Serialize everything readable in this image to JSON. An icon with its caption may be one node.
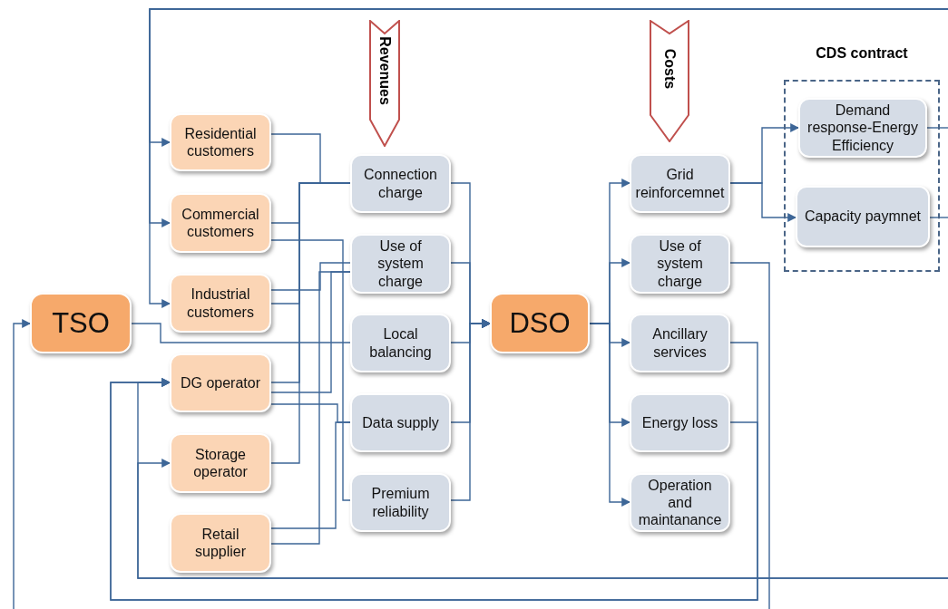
{
  "diagram": {
    "nodes": [
      {
        "text": [
          "TSO"
        ]
      },
      {
        "text": [
          "Residential customers"
        ]
      },
      {
        "text": [
          "Commercial customers"
        ]
      },
      {
        "text": [
          "Industrial customers"
        ]
      },
      {
        "text": [
          "DG operator"
        ]
      },
      {
        "text": [
          "Storage operator"
        ]
      },
      {
        "text": [
          "Retail supplier"
        ]
      },
      {
        "text": [
          "Connection charge"
        ]
      },
      {
        "text": [
          "Use of system charge"
        ]
      },
      {
        "text": [
          "Local balancing"
        ]
      },
      {
        "text": [
          "Data supply"
        ]
      },
      {
        "text": [
          "Premium reliability"
        ]
      },
      {
        "text": [
          "DSO"
        ]
      },
      {
        "text": [
          "Grid reinforcemnet"
        ]
      },
      {
        "text": [
          "Use of system charge"
        ]
      },
      {
        "text": [
          "Ancillary services"
        ]
      },
      {
        "text": [
          "Energy loss"
        ]
      },
      {
        "text": [
          "Operation and maintanance"
        ]
      },
      {
        "text": [
          "CDS contract"
        ]
      },
      {
        "text": [
          "Demand response-Energy Efficiency"
        ],
        "in": 18
      },
      {
        "text": [
          "Capacity paymnet"
        ],
        "in": 18
      },
      {
        "text": [
          "Revenues"
        ]
      },
      {
        "text": [
          "Costs"
        ]
      }
    ],
    "edges": [
      {
        "from": 1,
        "to": 7,
        "arrow": "none"
      },
      {
        "from": 2,
        "to": 7,
        "arrow": "none"
      },
      {
        "from": 2,
        "to": 11,
        "arrow": "none"
      },
      {
        "from": 3,
        "to": 8,
        "arrow": "none"
      },
      {
        "from": 3,
        "to": 7,
        "arrow": "none"
      },
      {
        "from": 0,
        "to": 9,
        "arrow": "none"
      },
      {
        "from": 4,
        "to": 7,
        "arrow": "none"
      },
      {
        "from": 4,
        "to": 8,
        "arrow": "none"
      },
      {
        "from": 4,
        "to": 10,
        "arrow": "none"
      },
      {
        "from": 5,
        "to": 7,
        "arrow": "none"
      },
      {
        "from": 6,
        "to": 10,
        "arrow": "none"
      },
      {
        "from": 6,
        "to": 8,
        "arrow": "none"
      },
      {
        "from": 7,
        "to": 12,
        "arrow": "to"
      },
      {
        "from": 8,
        "to": 12,
        "arrow": "to"
      },
      {
        "from": 9,
        "to": 12,
        "arrow": "to"
      },
      {
        "from": 10,
        "to": 12,
        "arrow": "to"
      },
      {
        "from": 11,
        "to": 12,
        "arrow": "to"
      },
      {
        "from": 12,
        "to": 13,
        "arrow": "to"
      },
      {
        "from": 12,
        "to": 14,
        "arrow": "to"
      },
      {
        "from": 12,
        "to": 15,
        "arrow": "to"
      },
      {
        "from": 12,
        "to": 16,
        "arrow": "to"
      },
      {
        "from": 12,
        "to": 17,
        "arrow": "to"
      },
      {
        "from": 13,
        "to": 19,
        "arrow": "to"
      },
      {
        "from": 13,
        "to": 20,
        "arrow": "to"
      },
      {
        "from": 19,
        "to": null,
        "arrow": "none"
      },
      {
        "from": 20,
        "to": null,
        "arrow": "none"
      },
      {
        "from": null,
        "to": 1,
        "arrow": "to"
      },
      {
        "from": null,
        "to": 2,
        "arrow": "to"
      },
      {
        "from": null,
        "to": 3,
        "arrow": "to"
      },
      {
        "from": 14,
        "to": null,
        "arrow": "none"
      },
      {
        "from": 15,
        "to": 4,
        "arrow": "to"
      },
      {
        "from": 16,
        "to": 4,
        "arrow": "to"
      },
      {
        "from": null,
        "to": 4,
        "arrow": "to"
      },
      {
        "from": null,
        "to": 5,
        "arrow": "to"
      },
      {
        "from": null,
        "to": 0,
        "arrow": "to"
      }
    ]
  }
}
